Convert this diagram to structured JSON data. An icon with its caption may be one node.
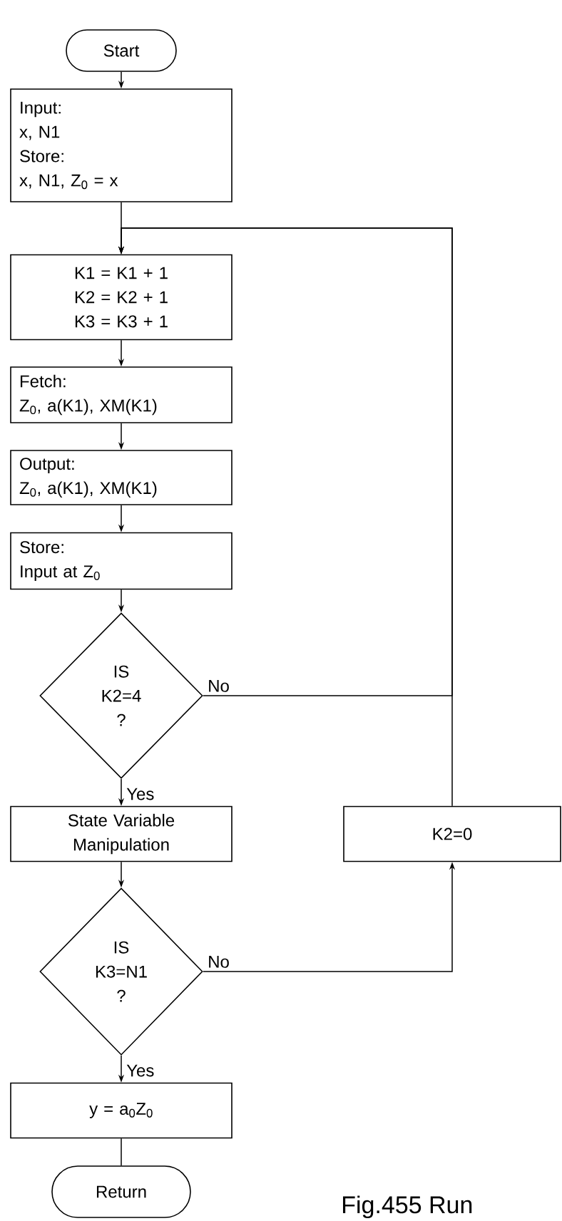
{
  "diagram": {
    "caption": "Fig.455 Run",
    "nodes": [
      {
        "text": [
          "Start"
        ]
      },
      {
        "text": [
          "Input:",
          "x, N1",
          "Store:",
          "x, N1, Z$_{0}$ = x"
        ]
      },
      {
        "text": [
          "K1 = K1 + 1",
          "K2 = K2 + 1",
          "K3 = K3 + 1"
        ]
      },
      {
        "text": [
          "Fetch:",
          "Z$_{0}$, a(K1), XM(K1)"
        ]
      },
      {
        "text": [
          "Output:",
          "Z$_{0}$, a(K1), XM(K1)"
        ]
      },
      {
        "text": [
          "Store:",
          "Input at Z$_{0}$"
        ]
      },
      {
        "text": [
          "IS",
          "K2=4",
          "?"
        ]
      },
      {
        "text": [
          "State Variable Manipulation"
        ]
      },
      {
        "text": [
          "IS",
          "K3=N1",
          "?"
        ]
      },
      {
        "text": [
          "K2=0"
        ]
      },
      {
        "text": [
          "y = a$_{0}$Z$_{0}$"
        ]
      },
      {
        "text": [
          "Return"
        ]
      }
    ],
    "edges": [
      {
        "from": 0,
        "to": 1,
        "arrow": "to"
      },
      {
        "from": 1,
        "to": 2,
        "arrow": "to"
      },
      {
        "from": 2,
        "to": 3,
        "arrow": "to"
      },
      {
        "from": 3,
        "to": 4,
        "arrow": "to"
      },
      {
        "from": 4,
        "to": 5,
        "arrow": "to"
      },
      {
        "from": 5,
        "to": 6,
        "arrow": "to"
      },
      {
        "from": 6,
        "to": 7,
        "arrow": "to",
        "label": "Yes"
      },
      {
        "from": 6,
        "to": 2,
        "arrow": "to",
        "label": "No"
      },
      {
        "from": 7,
        "to": 8,
        "arrow": "to"
      },
      {
        "from": 8,
        "to": 9,
        "arrow": "to",
        "label": "No"
      },
      {
        "from": 9,
        "to": 2,
        "arrow": "to"
      },
      {
        "from": 8,
        "to": 10,
        "arrow": "to",
        "label": "Yes"
      },
      {
        "from": 10,
        "to": 11,
        "arrow": "none"
      }
    ]
  }
}
